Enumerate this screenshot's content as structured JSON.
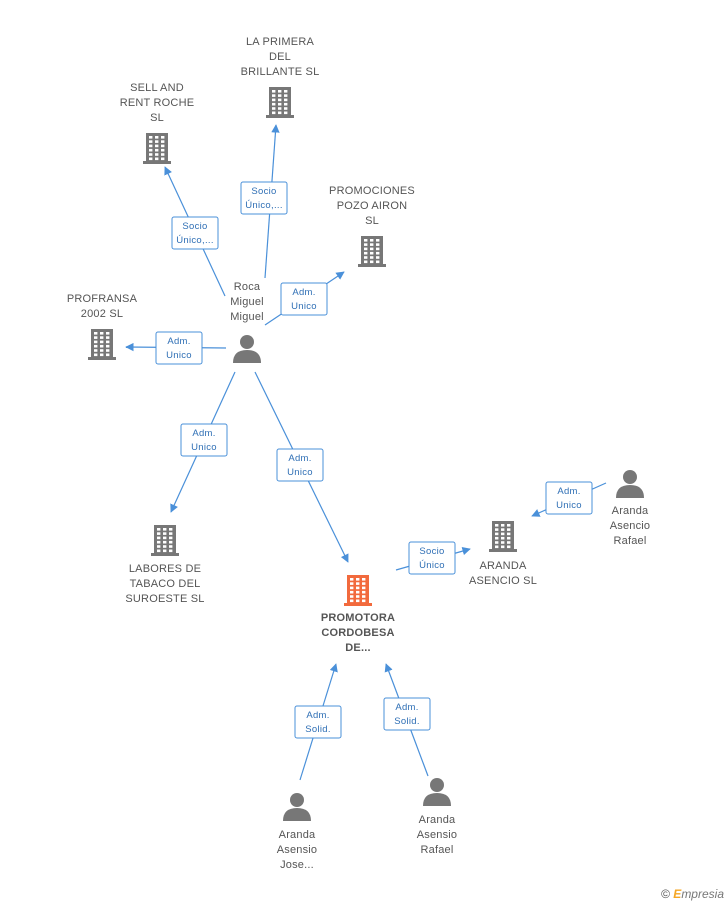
{
  "colors": {
    "company": "#777777",
    "company_main": "#f26a3d",
    "person": "#777777",
    "edge": "#4a90d9",
    "label": "#555555"
  },
  "nodes": [
    {
      "id": "primera",
      "type": "company",
      "label": [
        "LA PRIMERA",
        "DEL",
        "BRILLANTE SL"
      ]
    },
    {
      "id": "sell",
      "type": "company",
      "label": [
        "SELL AND",
        "RENT ROCHE",
        "SL"
      ]
    },
    {
      "id": "pozo",
      "type": "company",
      "label": [
        "PROMOCIONES",
        "POZO AIRON",
        "SL"
      ]
    },
    {
      "id": "profransa",
      "type": "company",
      "label": [
        "PROFRANSA",
        "2002 SL"
      ]
    },
    {
      "id": "roca",
      "type": "person",
      "label": [
        "Roca",
        "Miguel",
        "Miguel"
      ]
    },
    {
      "id": "labores",
      "type": "company",
      "label": [
        "LABORES DE",
        "TABACO DEL",
        "SUROESTE SL"
      ]
    },
    {
      "id": "promotora",
      "type": "company_main",
      "label": [
        "PROMOTORA",
        "CORDOBESA",
        "DE..."
      ]
    },
    {
      "id": "aranda_sl",
      "type": "company",
      "label": [
        "ARANDA",
        "ASENCIO SL"
      ]
    },
    {
      "id": "aranda_rafael_top",
      "type": "person",
      "label": [
        "Aranda",
        "Asencio",
        "Rafael"
      ]
    },
    {
      "id": "aranda_jose",
      "type": "person",
      "label": [
        "Aranda",
        "Asensio",
        "Jose..."
      ]
    },
    {
      "id": "aranda_rafael_bottom",
      "type": "person",
      "label": [
        "Aranda",
        "Asensio",
        "Rafael"
      ]
    }
  ],
  "edges": [
    {
      "from": "roca",
      "to": "primera",
      "label": [
        "Socio",
        "Único,..."
      ]
    },
    {
      "from": "roca",
      "to": "sell",
      "label": [
        "Socio",
        "Único,..."
      ]
    },
    {
      "from": "roca",
      "to": "pozo",
      "label": [
        "Adm.",
        "Unico"
      ]
    },
    {
      "from": "roca",
      "to": "profransa",
      "label": [
        "Adm.",
        "Unico"
      ]
    },
    {
      "from": "roca",
      "to": "labores",
      "label": [
        "Adm.",
        "Unico"
      ]
    },
    {
      "from": "roca",
      "to": "promotora",
      "label": [
        "Adm.",
        "Unico"
      ]
    },
    {
      "from": "promotora",
      "to": "aranda_sl",
      "label": [
        "Socio",
        "Único"
      ]
    },
    {
      "from": "aranda_rafael_top",
      "to": "aranda_sl",
      "label": [
        "Adm.",
        "Unico"
      ]
    },
    {
      "from": "aranda_jose",
      "to": "promotora",
      "label": [
        "Adm.",
        "Solid."
      ]
    },
    {
      "from": "aranda_rafael_bottom",
      "to": "promotora",
      "label": [
        "Adm.",
        "Solid."
      ]
    }
  ],
  "footer": {
    "copyright": "©",
    "brand_initial": "E",
    "brand_rest": "mpresia"
  }
}
